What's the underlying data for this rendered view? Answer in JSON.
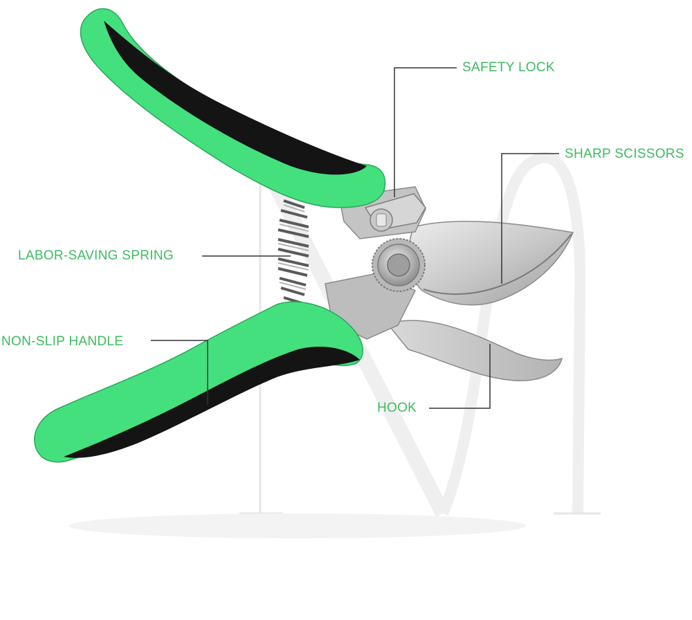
{
  "diagram": {
    "accent_color": "#3dbb60",
    "handle_color": "#44e07e",
    "grip_color": "#141414",
    "blade_color": "#c7c7c7",
    "callouts": [
      {
        "id": "safety-lock",
        "label": "SAFETY LOCK"
      },
      {
        "id": "sharp-scissors",
        "label": "SHARP SCISSORS"
      },
      {
        "id": "labor-saving-spring",
        "label": "LABOR-SAVING SPRING"
      },
      {
        "id": "non-slip-handle",
        "label": "NON-SLIP HANDLE"
      },
      {
        "id": "hook",
        "label": "HOOK"
      }
    ]
  }
}
